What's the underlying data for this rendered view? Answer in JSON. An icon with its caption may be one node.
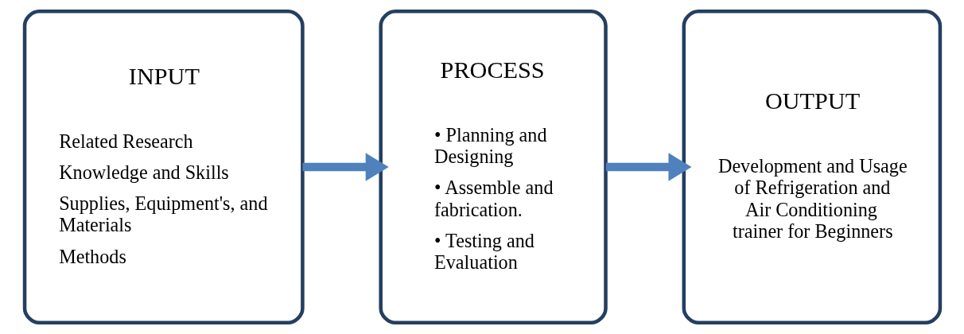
{
  "diagram": {
    "nodes": [
      {
        "text": [
          "INPUT",
          "Related Research",
          "Knowledge and Skills",
          "Supplies, Equipment's, and Materials",
          "Methods"
        ]
      },
      {
        "text": [
          "PROCESS",
          "• Planning and Designing",
          "• Assemble and fabrication.",
          "• Testing and Evaluation"
        ]
      },
      {
        "text": [
          "OUTPUT",
          "Development and Usage of Refrigeration and Air Conditioning trainer for Beginners"
        ]
      }
    ],
    "edges": [
      {
        "from": 0,
        "to": 1,
        "arrow": "to"
      },
      {
        "from": 1,
        "to": 2,
        "arrow": "to"
      }
    ]
  }
}
